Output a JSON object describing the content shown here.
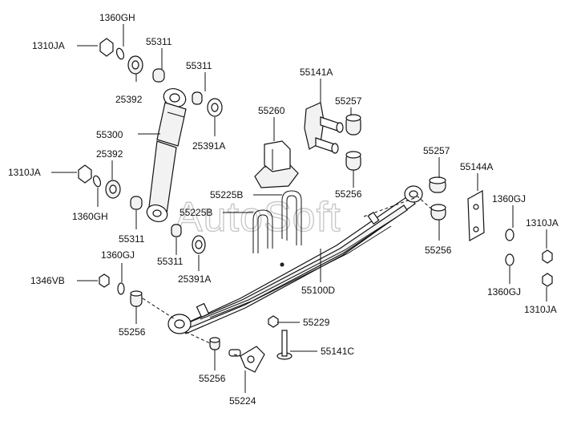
{
  "watermark": "AutoSoft",
  "labels": {
    "l_1360gh_top": "1360GH",
    "l_1310ja_top": "1310JA",
    "l_55311_a": "55311",
    "l_55311_b": "55311",
    "l_25392_top": "25392",
    "l_55300": "55300",
    "l_25391a_top": "25391A",
    "l_25392_mid": "25392",
    "l_1310ja_mid": "1310JA",
    "l_1360gh_mid": "1360GH",
    "l_55311_c": "55311",
    "l_55311_d": "55311",
    "l_25391a_bot": "25391A",
    "l_55141a": "55141A",
    "l_55257_a": "55257",
    "l_55260": "55260",
    "l_55256_a": "55256",
    "l_55225b_a": "55225B",
    "l_55225b_b": "55225B",
    "l_55257_b": "55257",
    "l_55144a": "55144A",
    "l_1360gj_r": "1360GJ",
    "l_1310ja_r1": "1310JA",
    "l_55256_b": "55256",
    "l_1360gj_r2": "1360GJ",
    "l_1310ja_r2": "1310JA",
    "l_55100d": "55100D",
    "l_1360gj_l": "1360GJ",
    "l_1346vb": "1346VB",
    "l_55256_c": "55256",
    "l_55229": "55229",
    "l_55141c": "55141C",
    "l_55256_d": "55256",
    "l_55224": "55224"
  }
}
